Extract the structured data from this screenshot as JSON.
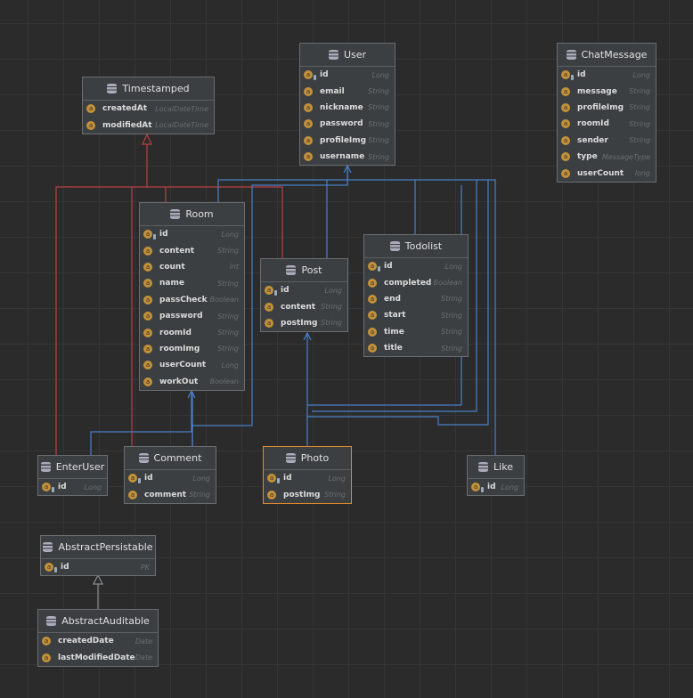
{
  "entities": [
    {
      "name": "Timestamped",
      "fields": [
        [
          "createdAt",
          "LocalDateTime"
        ],
        [
          "modifiedAt",
          "LocalDateTime"
        ]
      ]
    },
    {
      "name": "User",
      "fields": [
        [
          "id",
          "Long"
        ],
        [
          "email",
          "String"
        ],
        [
          "nickname",
          "String"
        ],
        [
          "password",
          "String"
        ],
        [
          "profileImg",
          "String"
        ],
        [
          "username",
          "String"
        ]
      ]
    },
    {
      "name": "ChatMessage",
      "fields": [
        [
          "id",
          "Long"
        ],
        [
          "message",
          "String"
        ],
        [
          "profileImg",
          "String"
        ],
        [
          "roomId",
          "String"
        ],
        [
          "sender",
          "String"
        ],
        [
          "type",
          "MessageType"
        ],
        [
          "userCount",
          "long"
        ]
      ]
    },
    {
      "name": "Room",
      "fields": [
        [
          "id",
          "Long"
        ],
        [
          "content",
          "String"
        ],
        [
          "count",
          "int"
        ],
        [
          "name",
          "String"
        ],
        [
          "passCheck",
          "Boolean"
        ],
        [
          "password",
          "String"
        ],
        [
          "roomId",
          "String"
        ],
        [
          "roomImg",
          "String"
        ],
        [
          "userCount",
          "Long"
        ],
        [
          "workOut",
          "Boolean"
        ]
      ]
    },
    {
      "name": "Post",
      "fields": [
        [
          "id",
          "Long"
        ],
        [
          "content",
          "String"
        ],
        [
          "postImg",
          "String"
        ]
      ]
    },
    {
      "name": "Todolist",
      "fields": [
        [
          "id",
          "Long"
        ],
        [
          "completed",
          "Boolean"
        ],
        [
          "end",
          "String"
        ],
        [
          "start",
          "String"
        ],
        [
          "time",
          "String"
        ],
        [
          "title",
          "String"
        ]
      ]
    },
    {
      "name": "EnterUser",
      "fields": [
        [
          "id",
          "Long"
        ]
      ]
    },
    {
      "name": "Comment",
      "fields": [
        [
          "id",
          "Long"
        ],
        [
          "comment",
          "String"
        ]
      ]
    },
    {
      "name": "Photo",
      "fields": [
        [
          "id",
          "Long"
        ],
        [
          "postImg",
          "String"
        ]
      ]
    },
    {
      "name": "Like",
      "fields": [
        [
          "id",
          "Long"
        ]
      ]
    },
    {
      "name": "AbstractPersistable",
      "fields": [
        [
          "id",
          "PK"
        ]
      ]
    },
    {
      "name": "AbstractAuditable",
      "fields": [
        [
          "createdDate",
          "Date"
        ],
        [
          "lastModifiedDate",
          "Date"
        ]
      ]
    }
  ],
  "colors": {
    "inherit": "#c0474a",
    "assoc": "#4a7fc8",
    "selected": "#e08a2c"
  }
}
